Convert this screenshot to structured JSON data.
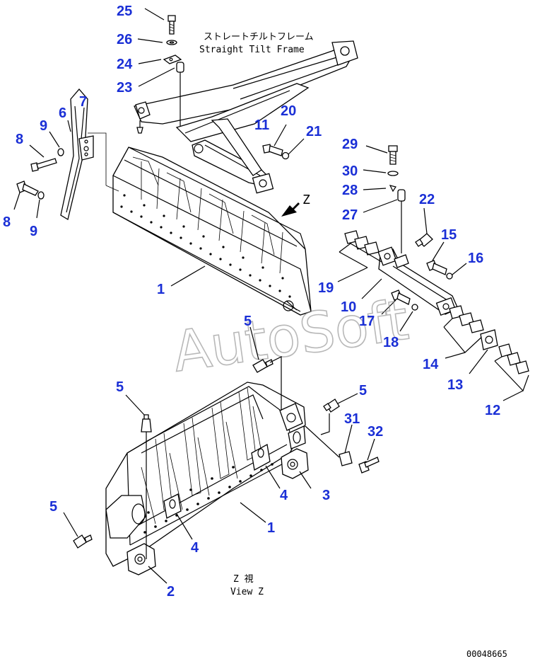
{
  "captions": {
    "frame_jp": "ストレートチルトフレーム",
    "frame_en": "Straight Tilt Frame",
    "view_jp": "Z  視",
    "view_en": "View Z",
    "view_arrow": "Z"
  },
  "watermark": "AutoSoft",
  "drawing_number": "00048665",
  "colors": {
    "callout": "#1a2fd6",
    "line": "#000000",
    "watermark": "#8a8a8a"
  },
  "callouts": [
    {
      "id": "c25",
      "text": "25"
    },
    {
      "id": "c26",
      "text": "26"
    },
    {
      "id": "c24",
      "text": "24"
    },
    {
      "id": "c23",
      "text": "23"
    },
    {
      "id": "c7",
      "text": "7"
    },
    {
      "id": "c6",
      "text": "6"
    },
    {
      "id": "c9a",
      "text": "9"
    },
    {
      "id": "c8a",
      "text": "8"
    },
    {
      "id": "c8b",
      "text": "8"
    },
    {
      "id": "c9b",
      "text": "9"
    },
    {
      "id": "c20",
      "text": "20"
    },
    {
      "id": "c11",
      "text": "11"
    },
    {
      "id": "c21",
      "text": "21"
    },
    {
      "id": "c29",
      "text": "29"
    },
    {
      "id": "c30",
      "text": "30"
    },
    {
      "id": "c28",
      "text": "28"
    },
    {
      "id": "c27",
      "text": "27"
    },
    {
      "id": "c22",
      "text": "22"
    },
    {
      "id": "c15",
      "text": "15"
    },
    {
      "id": "c16",
      "text": "16"
    },
    {
      "id": "c19",
      "text": "19"
    },
    {
      "id": "c10",
      "text": "10"
    },
    {
      "id": "c17",
      "text": "17"
    },
    {
      "id": "c18",
      "text": "18"
    },
    {
      "id": "c14",
      "text": "14"
    },
    {
      "id": "c13",
      "text": "13"
    },
    {
      "id": "c12",
      "text": "12"
    },
    {
      "id": "c1a",
      "text": "1"
    },
    {
      "id": "c5a",
      "text": "5"
    },
    {
      "id": "c5b",
      "text": "5"
    },
    {
      "id": "c5c",
      "text": "5"
    },
    {
      "id": "c5d",
      "text": "5"
    },
    {
      "id": "c31",
      "text": "31"
    },
    {
      "id": "c32",
      "text": "32"
    },
    {
      "id": "c4a",
      "text": "4"
    },
    {
      "id": "c3",
      "text": "3"
    },
    {
      "id": "c1b",
      "text": "1"
    },
    {
      "id": "c4b",
      "text": "4"
    },
    {
      "id": "c2",
      "text": "2"
    }
  ]
}
